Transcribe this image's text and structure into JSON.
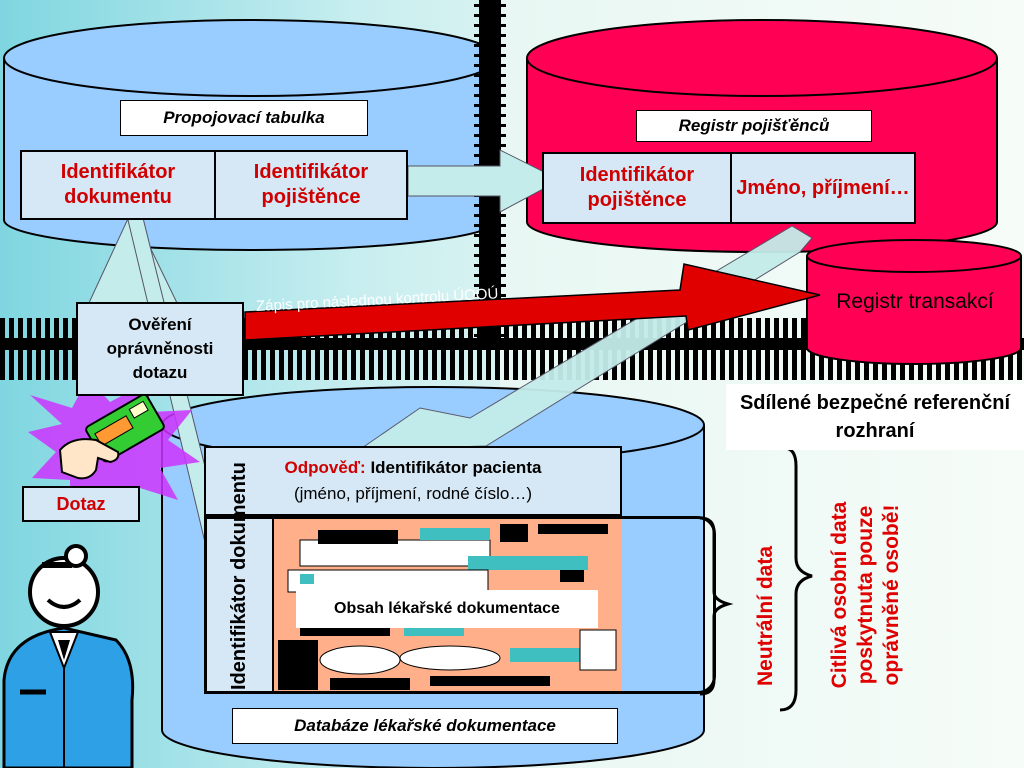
{
  "linking_table": {
    "title": "Propojovací tabulka",
    "col1": "Identifikátor dokumentu",
    "col2": "Identifikátor pojištěnce"
  },
  "insured_registry": {
    "title": "Registr pojišťěnců",
    "col1": "Identifikátor pojištěnce",
    "col2": "Jméno, příjmení…"
  },
  "transaction_registry": {
    "label": "Registr transakcí"
  },
  "red_arrow_label": "Zápis pro následnou kontrolu ÚOOÚ",
  "authorization_box": "Ověření oprávněnosti dotazu",
  "query_label": "Dotaz",
  "shared_interface": "Sdílené bezpečné referenční rozhraní",
  "response": {
    "prefix": "Odpověď:",
    "title": "Identifikátor pacienta",
    "detail": "(jméno, příjmení, rodné číslo…)"
  },
  "document_id_vertical": "Identifikátor dokumentu",
  "document_content_label": "Obsah lékařské dokumentace",
  "database_label": "Databáze lékařské dokumentace",
  "neutral_data": "Neutrální data",
  "sensitive_data": "Citlivá osobní data poskytnuta pouze oprávněné osobě!",
  "colors": {
    "blue_db": "#99ccff",
    "red_db": "#ff0055",
    "accent_red": "#e00000",
    "cell_bg": "#d6e8f6",
    "arrow_fill": "#c4ecea"
  }
}
